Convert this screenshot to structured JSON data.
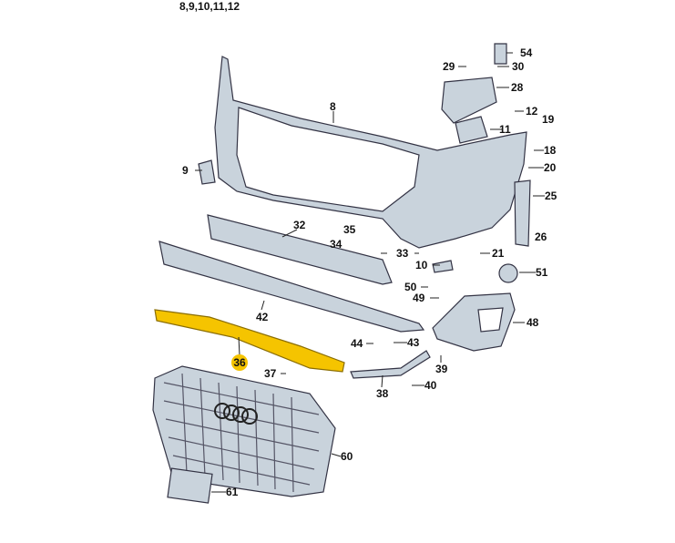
{
  "header_ref": "8,9,10,11,12",
  "highlight_color": "#f5c400",
  "highlighted_part": "36",
  "labels": [
    "54",
    "29",
    "30",
    "28",
    "8",
    "12",
    "19",
    "11",
    "18",
    "9",
    "20",
    "25",
    "32",
    "35",
    "34",
    "33",
    "26",
    "21",
    "10",
    "51",
    "50",
    "49",
    "42",
    "48",
    "44",
    "43",
    "39",
    "37",
    "40",
    "38",
    "60",
    "61"
  ]
}
